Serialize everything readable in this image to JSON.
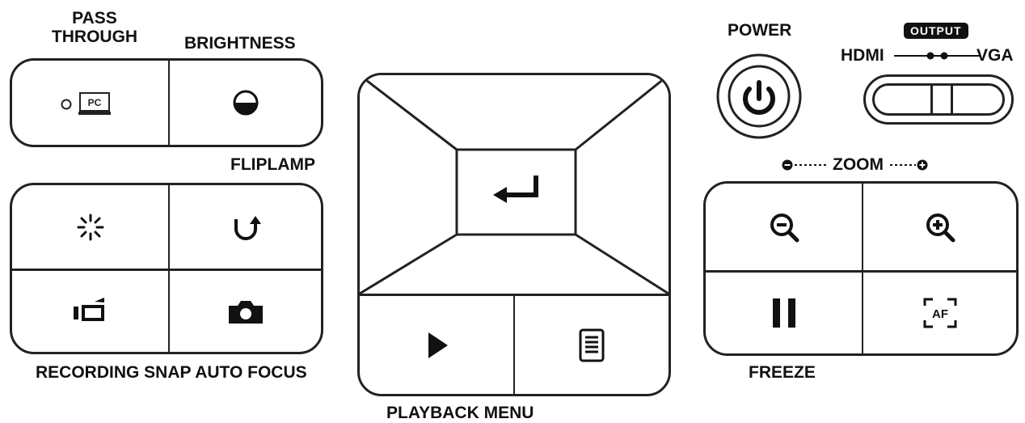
{
  "labels": {
    "pass_through_line1": "PASS",
    "pass_through_line2": "THROUGH",
    "brightness": "BRIGHTNESS",
    "fliplamp": "FLIPLAMP",
    "bottom_left": "RECORDING SNAP AUTO FOCUS",
    "playback_menu": "PLAYBACK MENU",
    "power": "POWER",
    "output": "OUTPUT",
    "hdmi": "HDMI",
    "vga": "VGA",
    "zoom": "ZOOM",
    "freeze": "FREEZE"
  },
  "icons": {
    "pc_text": "PC",
    "af_text": "AF"
  }
}
